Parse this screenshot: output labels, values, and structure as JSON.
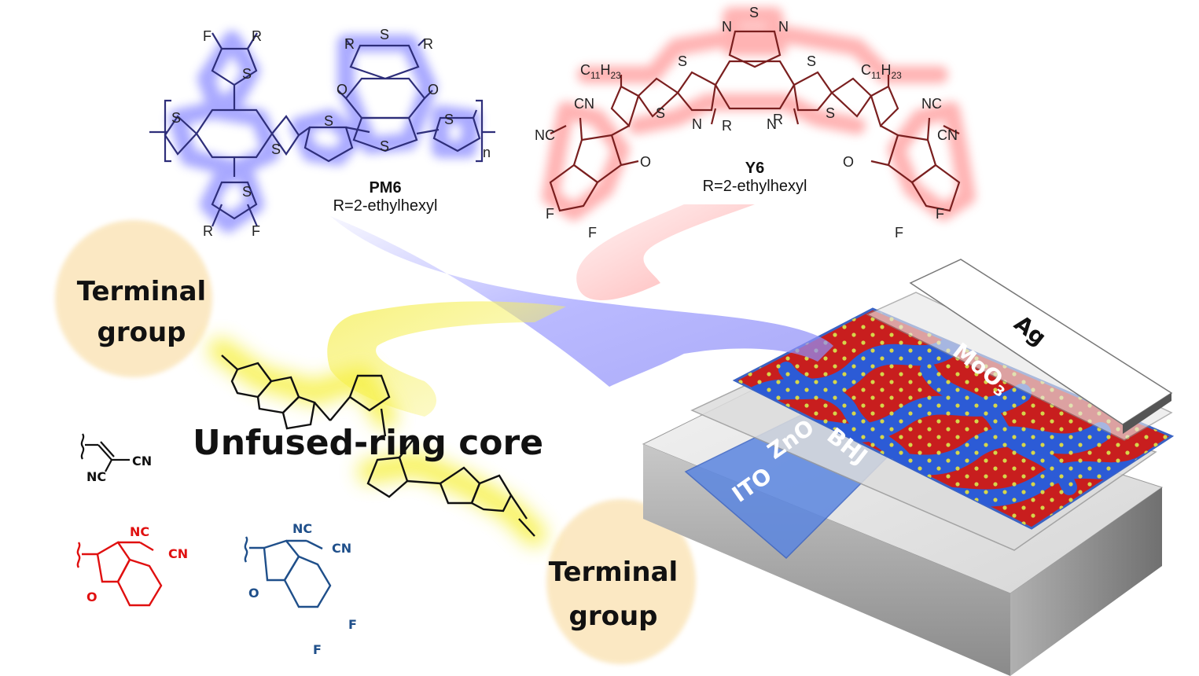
{
  "pm6": {
    "name": "PM6",
    "r_def": "R=2-ethylhexyl",
    "atoms": {
      "F": "F",
      "R": "R",
      "S": "S",
      "O": "O",
      "n": "n"
    }
  },
  "y6": {
    "name": "Y6",
    "r_def": "R=2-ethylhexyl",
    "atoms": {
      "C": "C",
      "C_sub": "11",
      "H": "H",
      "H_sub": "23",
      "CN": "CN",
      "NC": "NC",
      "N": "N",
      "S": "S",
      "O": "O",
      "F": "F",
      "R": "R"
    }
  },
  "core": {
    "label": "Unfused-ring core"
  },
  "terminal": {
    "line1": "Terminal",
    "line2": "group"
  },
  "end_groups": {
    "CN": "CN",
    "NC": "NC",
    "O": "O",
    "F": "F"
  },
  "device": {
    "layers": {
      "ito": "ITO",
      "zno": "ZnO",
      "bhj": "BHJ",
      "moo3": "MoO",
      "moo3_sub": "3",
      "ag": "Ag"
    }
  },
  "colors": {
    "pm6_glow": "#9b9bff",
    "pm6_struct": "#2f2f8f",
    "y6_glow": "#ff9b9b",
    "y6_struct": "#8f1f1f",
    "core_glow": "#f4f04a",
    "terminal_bg": "#fbe8c2",
    "end_red": "#e01010",
    "end_blue": "#1f4f8a",
    "bhj_red": "#c81e1e",
    "bhj_blue": "#2c5bd6",
    "bhj_dots": "#d8d84a",
    "ito_blue": "#5b86e0"
  }
}
